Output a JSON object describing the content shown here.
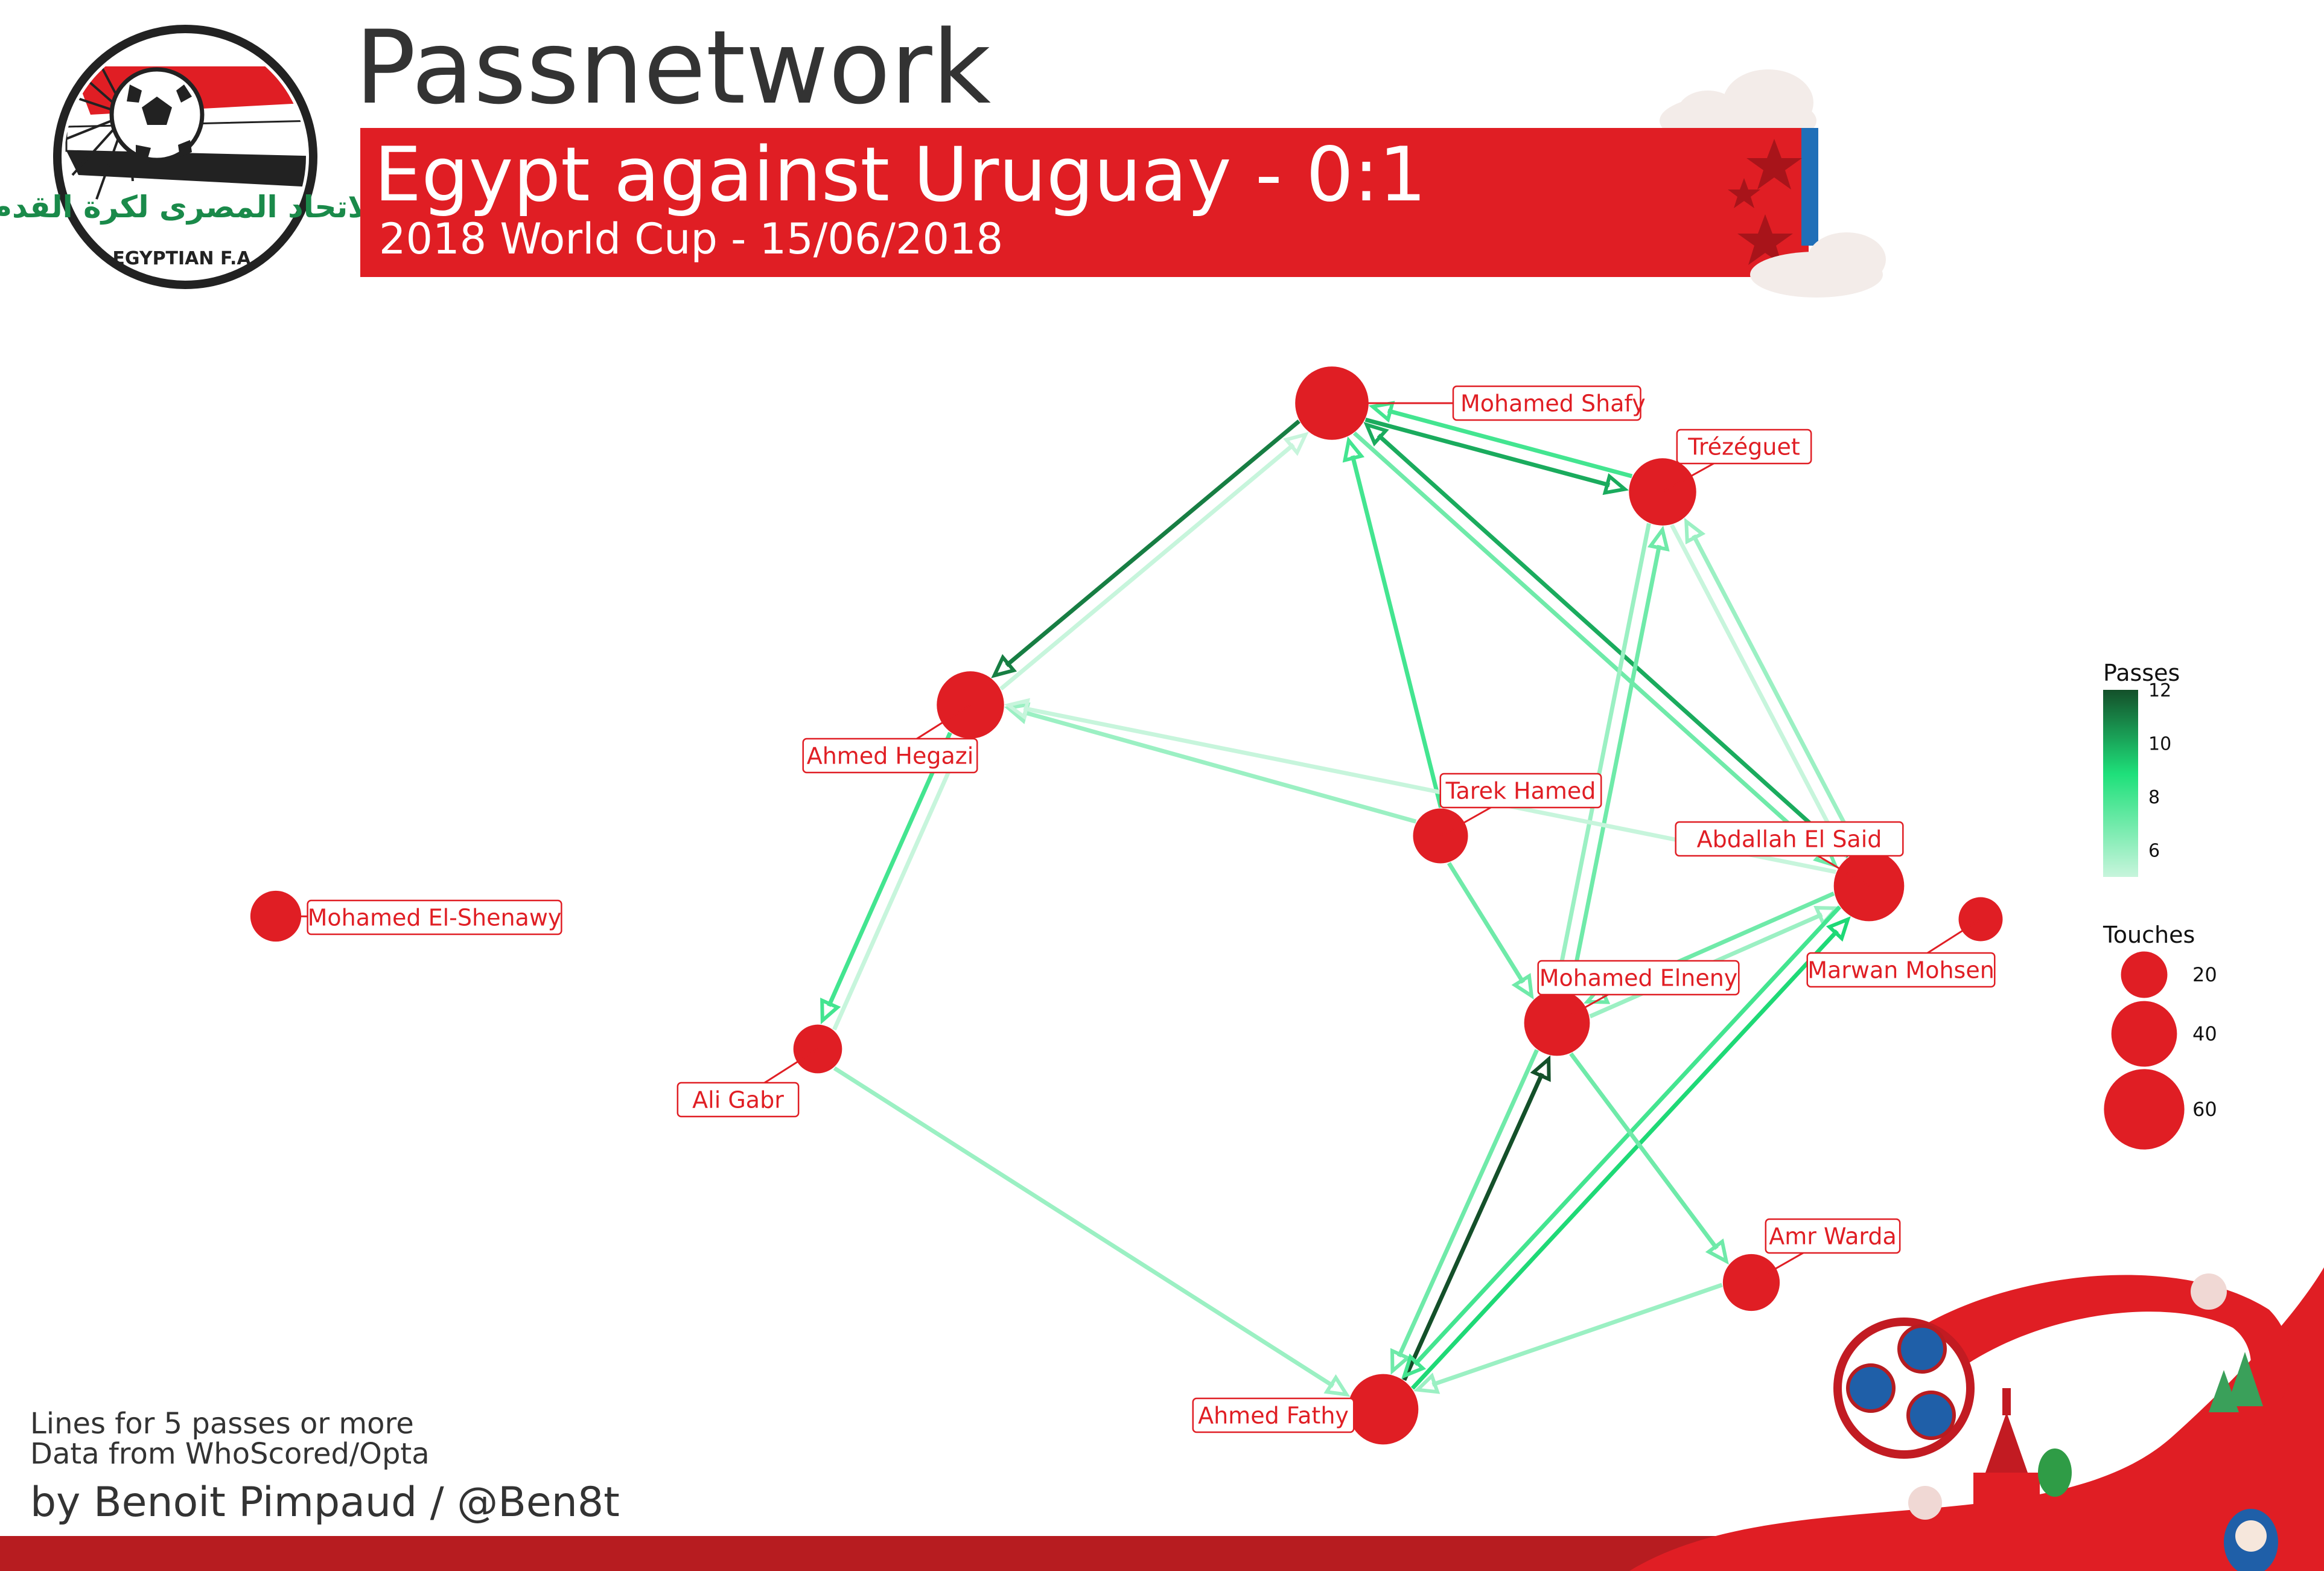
{
  "header": {
    "title": "Passnetwork",
    "subtitle": "Egypt against Uruguay - 0:1",
    "subsubtitle": "2018 World Cup - 15/06/2018",
    "logo_text_arabic": "الاتحاد المصرى لكرة القدم",
    "logo_text": "EGYPTIAN F.A."
  },
  "footer": {
    "note1": "Lines for 5 passes or more",
    "note2": "Data from WhoScored/Opta",
    "credit": "by Benoit Pimpaud / @Ben8t"
  },
  "legend": {
    "passes_title": "Passes",
    "passes_ticks": [
      "12",
      "10",
      "8",
      "6"
    ],
    "touches_title": "Touches",
    "touches_labels": [
      "20",
      "40",
      "60"
    ]
  },
  "colors": {
    "team_red": "#e01e24",
    "accent_blue": "#1f6fb8",
    "text_dark": "#333333",
    "pass_low": "#c7f5dc",
    "pass_high": "#14502a"
  },
  "chart_data": {
    "type": "network",
    "title": "Passnetwork",
    "nodes": [
      {
        "id": "shafy",
        "name": "Mohamed Shafy",
        "touches": 50
      },
      {
        "id": "trezeguet",
        "name": "Trézéguet",
        "touches": 42
      },
      {
        "id": "hegazi",
        "name": "Ahmed Hegazi",
        "touches": 42
      },
      {
        "id": "tarek",
        "name": "Tarek Hamed",
        "touches": 28
      },
      {
        "id": "said",
        "name": "Abdallah El Said",
        "touches": 46
      },
      {
        "id": "shenawy",
        "name": "Mohamed El-Shenawy",
        "touches": 24
      },
      {
        "id": "mohsen",
        "name": "Marwan Mohsen",
        "touches": 18
      },
      {
        "id": "elneny",
        "name": "Mohamed Elneny",
        "touches": 40
      },
      {
        "id": "gabr",
        "name": "Ali Gabr",
        "touches": 22
      },
      {
        "id": "warda",
        "name": "Amr Warda",
        "touches": 30
      },
      {
        "id": "fathy",
        "name": "Ahmed Fathy",
        "touches": 46
      }
    ],
    "edges": [
      {
        "from": "shafy",
        "to": "hegazi",
        "passes": 11
      },
      {
        "from": "hegazi",
        "to": "shafy",
        "passes": 5
      },
      {
        "from": "shafy",
        "to": "trezeguet",
        "passes": 10
      },
      {
        "from": "trezeguet",
        "to": "shafy",
        "passes": 8
      },
      {
        "from": "said",
        "to": "shafy",
        "passes": 10
      },
      {
        "from": "shafy",
        "to": "said",
        "passes": 7
      },
      {
        "from": "tarek",
        "to": "shafy",
        "passes": 8
      },
      {
        "from": "said",
        "to": "trezeguet",
        "passes": 6
      },
      {
        "from": "trezeguet",
        "to": "said",
        "passes": 5
      },
      {
        "from": "elneny",
        "to": "trezeguet",
        "passes": 7
      },
      {
        "from": "trezeguet",
        "to": "elneny",
        "passes": 6
      },
      {
        "from": "tarek",
        "to": "hegazi",
        "passes": 6
      },
      {
        "from": "said",
        "to": "hegazi",
        "passes": 5
      },
      {
        "from": "hegazi",
        "to": "gabr",
        "passes": 8
      },
      {
        "from": "gabr",
        "to": "hegazi",
        "passes": 5
      },
      {
        "from": "tarek",
        "to": "elneny",
        "passes": 7
      },
      {
        "from": "said",
        "to": "elneny",
        "passes": 7
      },
      {
        "from": "elneny",
        "to": "said",
        "passes": 6
      },
      {
        "from": "fathy",
        "to": "elneny",
        "passes": 12
      },
      {
        "from": "elneny",
        "to": "fathy",
        "passes": 7
      },
      {
        "from": "fathy",
        "to": "said",
        "passes": 9
      },
      {
        "from": "said",
        "to": "fathy",
        "passes": 8
      },
      {
        "from": "elneny",
        "to": "warda",
        "passes": 7
      },
      {
        "from": "warda",
        "to": "fathy",
        "passes": 6
      },
      {
        "from": "gabr",
        "to": "fathy",
        "passes": 6
      }
    ],
    "passes_scale": [
      5,
      12
    ],
    "touches_scale": [
      20,
      60
    ]
  }
}
